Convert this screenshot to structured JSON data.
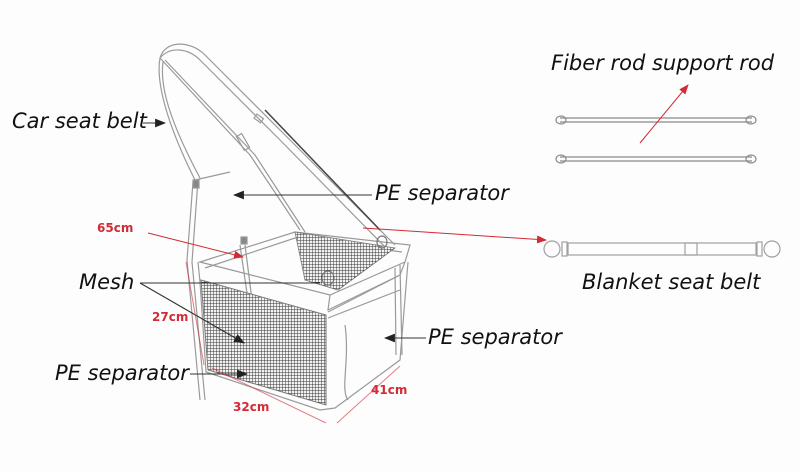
{
  "labels": {
    "car_seat_belt": "Car seat belt",
    "pe_separator_top": "PE separator",
    "mesh": "Mesh",
    "pe_separator_right": "PE separator",
    "pe_separator_bottom": "PE separator",
    "fiber_rod": "Fiber rod support rod",
    "blanket_seat_belt": "Blanket seat belt"
  },
  "dimensions": {
    "length": "65cm",
    "height": "27cm",
    "width": "32cm",
    "depth": "41cm"
  },
  "colors": {
    "dimension_red": "#d42a35",
    "line_gray": "#9a9a9a",
    "text": "#111111",
    "mesh": "#444444"
  }
}
